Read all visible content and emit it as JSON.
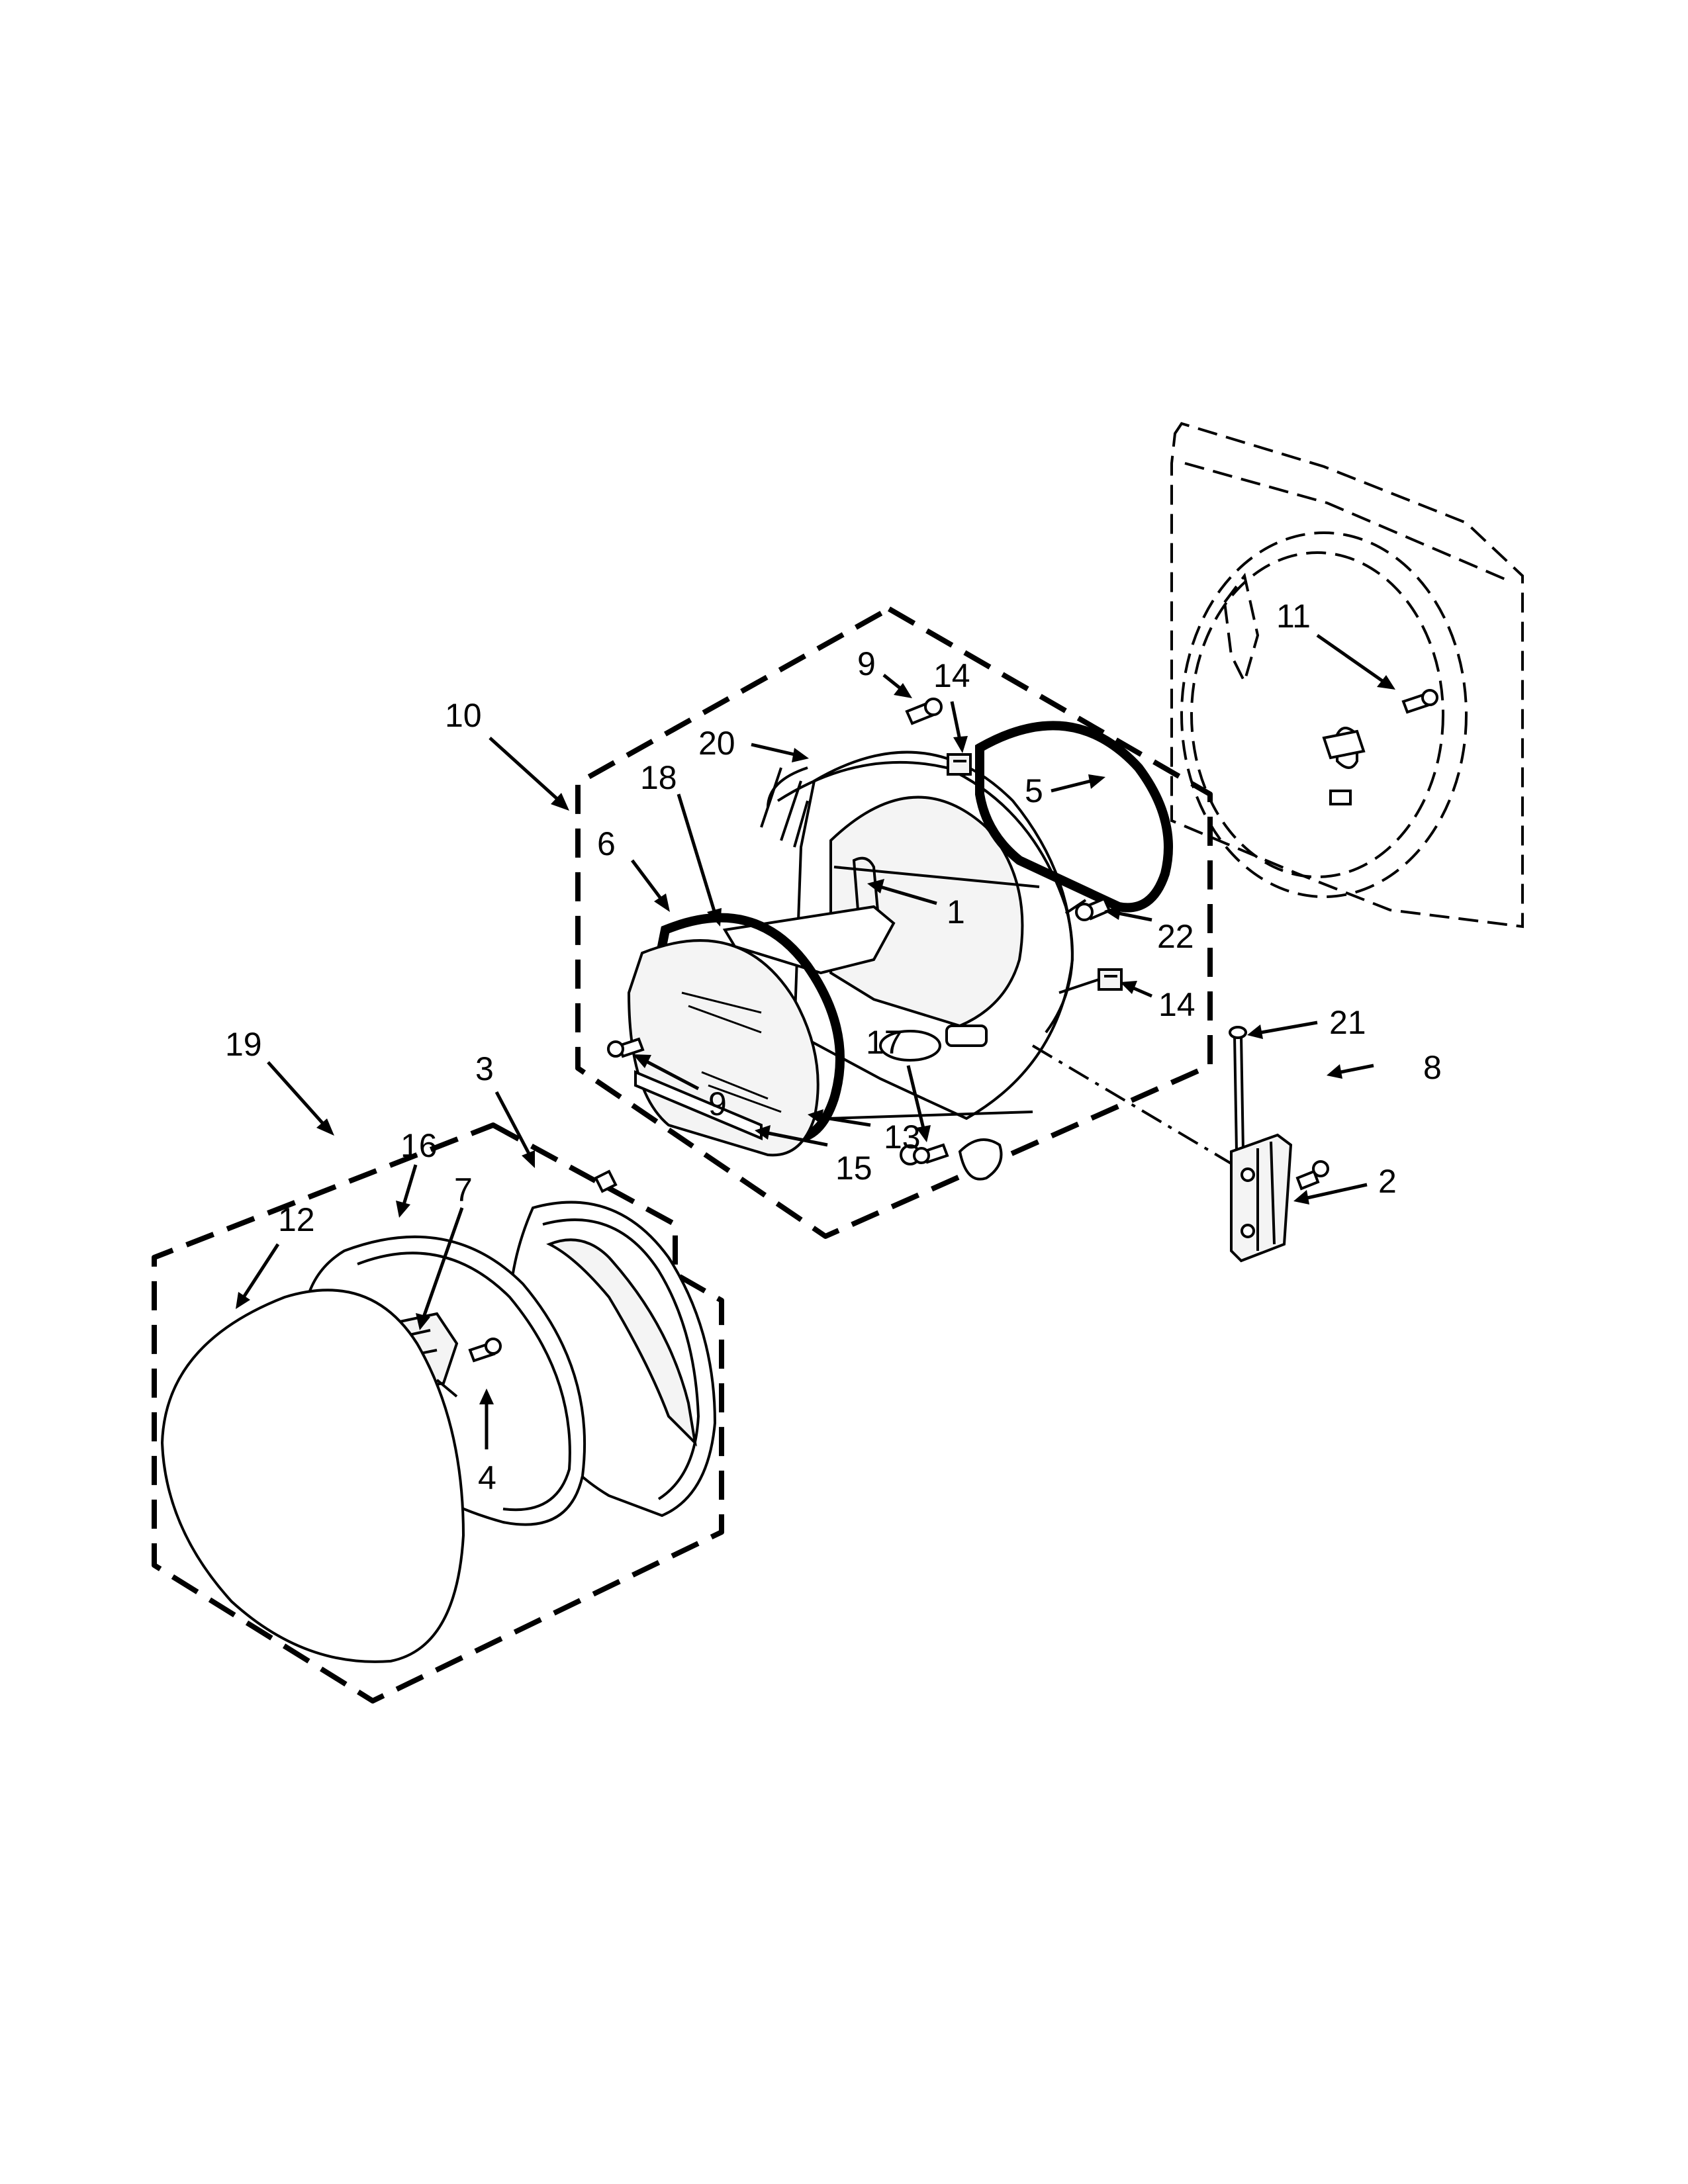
{
  "callouts": [
    {
      "id": "c1",
      "text": "1"
    },
    {
      "id": "c2",
      "text": "2"
    },
    {
      "id": "c3",
      "text": "3"
    },
    {
      "id": "c4",
      "text": "4"
    },
    {
      "id": "c5",
      "text": "5"
    },
    {
      "id": "c6",
      "text": "6"
    },
    {
      "id": "c7",
      "text": "7"
    },
    {
      "id": "c8",
      "text": "8"
    },
    {
      "id": "c9a",
      "text": "9"
    },
    {
      "id": "c9b",
      "text": "9"
    },
    {
      "id": "c10",
      "text": "10"
    },
    {
      "id": "c11",
      "text": "11"
    },
    {
      "id": "c12",
      "text": "12"
    },
    {
      "id": "c13",
      "text": "13"
    },
    {
      "id": "c14a",
      "text": "14"
    },
    {
      "id": "c14b",
      "text": "14"
    },
    {
      "id": "c15",
      "text": "15"
    },
    {
      "id": "c16",
      "text": "16"
    },
    {
      "id": "c17",
      "text": "17"
    },
    {
      "id": "c18",
      "text": "18"
    },
    {
      "id": "c19",
      "text": "19"
    },
    {
      "id": "c20",
      "text": "20"
    },
    {
      "id": "c21",
      "text": "21"
    },
    {
      "id": "c22",
      "text": "22"
    }
  ]
}
